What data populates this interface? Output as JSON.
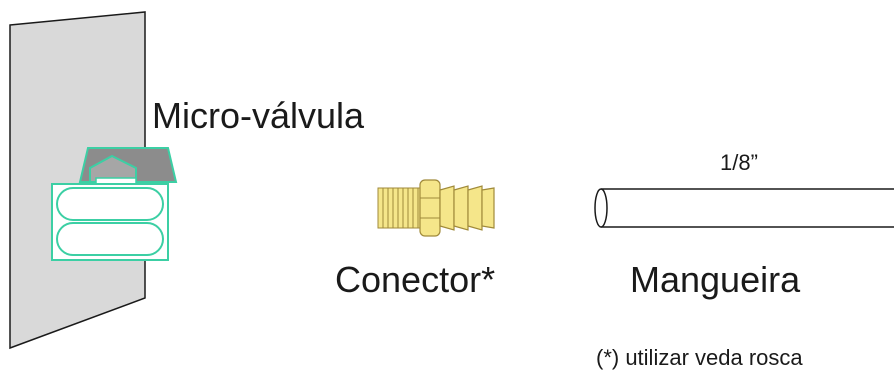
{
  "labels": {
    "valve": "Micro-válvula",
    "connector": "Conector*",
    "hose": "Mangueira",
    "hose_size": "1/8”",
    "note": "(*) utilizar veda rosca"
  },
  "colors": {
    "wall": "#d9d9d9",
    "valve_outline": "#3ccfa4",
    "valve_top": "#8c8c8c",
    "brass": "#f5e68a",
    "brass_outline": "#a08a3a",
    "stroke": "#1a1a1a"
  }
}
